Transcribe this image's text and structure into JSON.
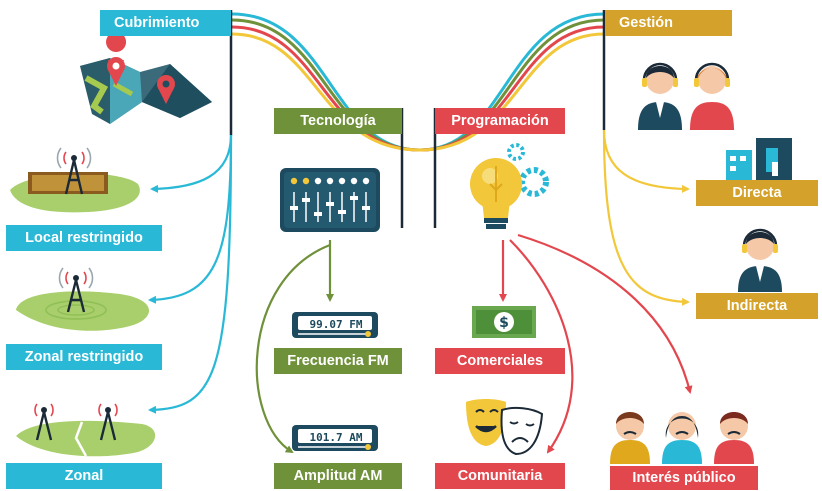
{
  "categories": {
    "cubrimiento": {
      "label": "Cubrimiento",
      "color": "#29b9d6",
      "items": [
        "Local restringido",
        "Zonal restringido",
        "Zonal"
      ]
    },
    "tecnologia": {
      "label": "Tecnología",
      "color": "#6f913a",
      "items": [
        "Frecuencia FM",
        "Amplitud AM"
      ]
    },
    "programacion": {
      "label": "Programación",
      "color": "#e3474e",
      "items": [
        "Comerciales",
        "Comunitaria",
        "Interés público"
      ]
    },
    "gestion": {
      "label": "Gestión",
      "color": "#d4a12a",
      "items": [
        "Directa",
        "Indirecta"
      ]
    }
  },
  "radio_displays": {
    "fm": "99.07 FM",
    "am": "101.7 AM"
  },
  "icons": {
    "cubrimiento": "map-pin-icon",
    "local": "antenna-land-icon",
    "zonal_restringido": "antenna-land-icon",
    "zonal": "two-antennas-land-icon",
    "tecnologia": "mixer-console-icon",
    "programacion": "lightbulb-gears-icon",
    "comerciales": "dollar-bill-icon",
    "comunitaria": "theater-masks-icon",
    "interes_publico": "people-group-icon",
    "gestion": "operators-headset-icon",
    "directa": "buildings-icon",
    "indirecta": "operator-headset-icon"
  }
}
